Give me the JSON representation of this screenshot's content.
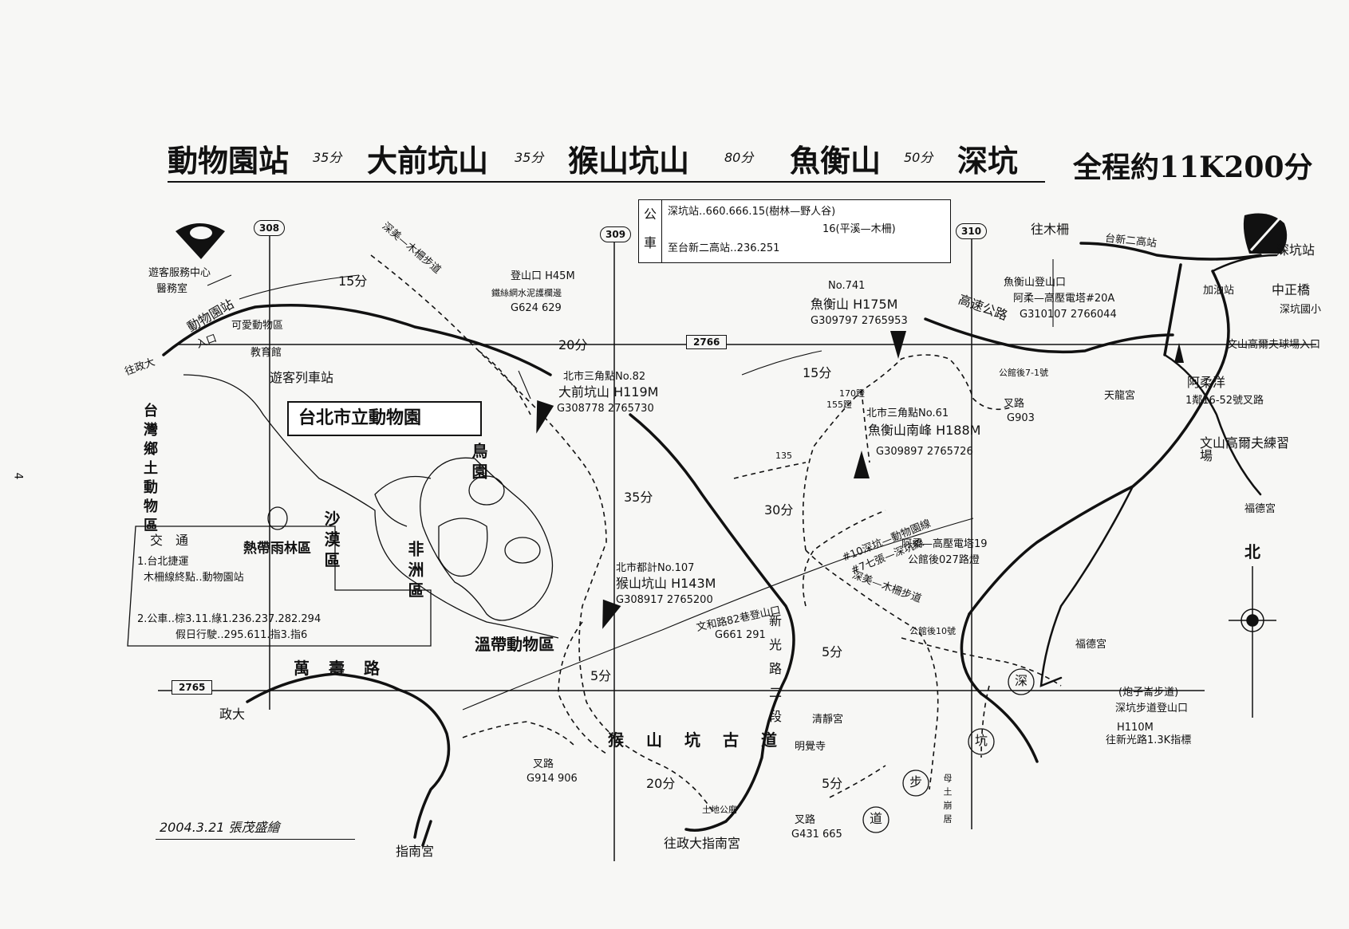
{
  "page_number": "4",
  "title": {
    "s1": "動物園站",
    "t1": "35分",
    "s2": "大前坑山",
    "t2": "35分",
    "s3": "猴山坑山",
    "t3": "80分",
    "s4": "魚衡山",
    "t4": "50分",
    "s5": "深坑",
    "total": "全程約11K200分"
  },
  "bus_box": {
    "label1": "公",
    "label2": "車",
    "line1": "深坑站‥660.666.15(樹林—野人谷)",
    "line2": "16(平溪—木柵)",
    "line3": "至台新二高站‥236.251"
  },
  "transport_box": {
    "heading": "交　通",
    "item1a": "1.台北捷運",
    "item1b": "木柵線終點‥動物園站",
    "item2a": "2.公車‥棕3.11.綠1.236.237.282.294",
    "item2b": "假日行駛‥295.611.指3.指6"
  },
  "signature": "2004.3.21 張茂盛繪",
  "roads": {
    "r308": "308",
    "r309": "309",
    "r310": "310",
    "g2766": "2766",
    "g2765": "2765"
  },
  "zoo": {
    "name": "台北市立動物園",
    "zone_tw": "台灣鄉土動物區",
    "zone_bird": "鳥園",
    "zone_africa": "非洲區",
    "zone_desert": "沙漠區",
    "zone_temperate": "溫帶動物區",
    "zone_rain": "熱帶雨林區"
  },
  "labels": {
    "visitor_center": "遊客服務中心",
    "medical": "醫務室",
    "zoo_station": "動物園站",
    "entrance": "入口",
    "to_nccu": "往政大",
    "train": "遊客列車站",
    "hall": "教育館",
    "koala": "可愛動物區",
    "min15a": "15分",
    "min15b": "15分",
    "min20a": "20分",
    "min20b": "20分",
    "min35": "35分",
    "min30": "30分",
    "min5a": "5分",
    "min5b": "5分",
    "min5c": "5分",
    "trail_top": "深美—木柵步道",
    "trail_mid": "深美—木柵步道",
    "trailhead1": "登山口 H45M",
    "trailhead1b": "鐵絲網水泥護欄邊",
    "trailhead1c": "G624 629",
    "peak1a": "北市三角點No.82",
    "peak1b": "大前坑山 H119M",
    "peak1c": "G308778 2765730",
    "peak2a": "北市都計No.107",
    "peak2b": "猴山坑山 H143M",
    "peak2c": "G308917 2765200",
    "peak3a": "No.741",
    "peak3b": "魚衡山 H175M",
    "peak3c": "G309797 2765953",
    "peak4a": "北市三角點No.61",
    "peak4b": "魚衡山南峰 H188M",
    "peak4c": "G309897 2765726",
    "jct1": "文和路82巷登山口",
    "jct1b": "G661 291",
    "branch1": "叉路",
    "branch1b": "G914 906",
    "branch2": "叉路",
    "branch2b": "G431 665",
    "branch3": "叉路",
    "branch3b": "G903",
    "ancient_road": "猴山坑古道",
    "xinguang": "新光路二段",
    "wanshou": "萬壽路",
    "zhengda": "政大",
    "zhinan": "指南宮",
    "to_zhinan": "往政大指南宮",
    "tudi": "土地公廟",
    "qingjing": "清靜宮",
    "mingjue": "明覺寺",
    "line10": "#10深坑—動物園線",
    "line7": "#7七張—深坑線",
    "afang": "阿柔—高壓電塔19",
    "pole": "公館後027路燈",
    "pole2": "公館後10號",
    "pole3": "公館後7-1號",
    "yuheng_trail": "魚衡山登山口",
    "yuheng_trail2": "阿柔—高壓電塔#20A",
    "yuheng_trail3": "G310107 2766044",
    "expressway": "高速公路",
    "tianlong": "天龍宮",
    "wenshan": "文山高爾夫練習場",
    "fude1": "福德宮",
    "fude2": "福德宮",
    "tomuzha": "往木柵",
    "taixin": "台新二高站",
    "shenkeng_stn": "深坑站",
    "gas": "加油站",
    "zhongzheng": "中正橋",
    "school": "深坑國小",
    "afang2": "阿柔洋",
    "afang3": "1鄰16-52號叉路",
    "wenshan2": "文山高爾夫球場入口",
    "paozi": "(炮子崙步道)",
    "paozi2": "深坑步道登山口",
    "paozi3": "H110M",
    "paozi4": "往新光路1.3K指標",
    "north": "北",
    "shen": "深",
    "keng": "坑",
    "bu": "步",
    "dao": "道",
    "mutou": "母土崩居",
    "w130": "135",
    "count1": "170蹬",
    "count2": "155蹬"
  }
}
